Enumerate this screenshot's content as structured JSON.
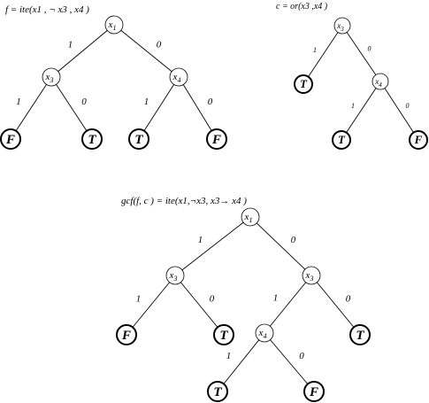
{
  "diagrams": [
    {
      "id": "f",
      "formula": "f = ite(x1 , ¬ x3 , x4 )",
      "nodes": [
        {
          "id": "n1",
          "kind": "var",
          "var": "x",
          "sub": "1"
        },
        {
          "id": "n2",
          "kind": "var",
          "var": "x",
          "sub": "3"
        },
        {
          "id": "n3",
          "kind": "var",
          "var": "x",
          "sub": "4"
        },
        {
          "id": "n4",
          "kind": "leaf",
          "label": "F"
        },
        {
          "id": "n5",
          "kind": "leaf",
          "label": "T"
        },
        {
          "id": "n6",
          "kind": "leaf",
          "label": "T"
        },
        {
          "id": "n7",
          "kind": "leaf",
          "label": "F"
        }
      ],
      "edges": [
        {
          "from": "n1",
          "to": "n2",
          "label": "1"
        },
        {
          "from": "n1",
          "to": "n3",
          "label": "0"
        },
        {
          "from": "n2",
          "to": "n4",
          "label": "1"
        },
        {
          "from": "n2",
          "to": "n5",
          "label": "0"
        },
        {
          "from": "n3",
          "to": "n6",
          "label": "1"
        },
        {
          "from": "n3",
          "to": "n7",
          "label": "0"
        }
      ]
    },
    {
      "id": "c",
      "formula": "c = or(x3 ,x4 )",
      "nodes": [
        {
          "id": "m1",
          "kind": "var",
          "var": "x",
          "sub": "3"
        },
        {
          "id": "m2",
          "kind": "leaf",
          "label": "T"
        },
        {
          "id": "m3",
          "kind": "var",
          "var": "x",
          "sub": "4"
        },
        {
          "id": "m4",
          "kind": "leaf",
          "label": "T"
        },
        {
          "id": "m5",
          "kind": "leaf",
          "label": "F"
        }
      ],
      "edges": [
        {
          "from": "m1",
          "to": "m2",
          "label": "1"
        },
        {
          "from": "m1",
          "to": "m3",
          "label": "0"
        },
        {
          "from": "m3",
          "to": "m4",
          "label": "1"
        },
        {
          "from": "m3",
          "to": "m5",
          "label": "0"
        }
      ]
    },
    {
      "id": "gcf",
      "formula": "gcf(f, c ) = ite(x1,¬x3, x3→ x4 )",
      "nodes": [
        {
          "id": "g1",
          "kind": "var",
          "var": "x",
          "sub": "1"
        },
        {
          "id": "g2",
          "kind": "var",
          "var": "x",
          "sub": "3"
        },
        {
          "id": "g3",
          "kind": "var",
          "var": "x",
          "sub": "3"
        },
        {
          "id": "g4",
          "kind": "leaf",
          "label": "F"
        },
        {
          "id": "g5",
          "kind": "leaf",
          "label": "T"
        },
        {
          "id": "g6",
          "kind": "var",
          "var": "x",
          "sub": "4"
        },
        {
          "id": "g7",
          "kind": "leaf",
          "label": "T"
        },
        {
          "id": "g8",
          "kind": "leaf",
          "label": "T"
        },
        {
          "id": "g9",
          "kind": "leaf",
          "label": "F"
        }
      ],
      "edges": [
        {
          "from": "g1",
          "to": "g2",
          "label": "1"
        },
        {
          "from": "g1",
          "to": "g3",
          "label": "0"
        },
        {
          "from": "g2",
          "to": "g4",
          "label": "1"
        },
        {
          "from": "g2",
          "to": "g5",
          "label": "0"
        },
        {
          "from": "g3",
          "to": "g6",
          "label": "1"
        },
        {
          "from": "g3",
          "to": "g7",
          "label": "0"
        },
        {
          "from": "g6",
          "to": "g8",
          "label": "1"
        },
        {
          "from": "g6",
          "to": "g9",
          "label": "0"
        }
      ]
    }
  ]
}
